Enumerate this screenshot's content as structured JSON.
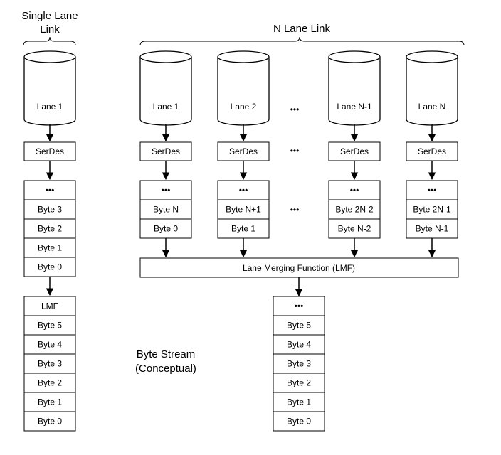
{
  "headers": {
    "single_lane_line1": "Single Lane",
    "single_lane_line2": "Link",
    "n_lane": "N Lane Link"
  },
  "single_lane": {
    "lane": "Lane 1",
    "serdes": "SerDes",
    "buffer": [
      "•••",
      "Byte 3",
      "Byte 2",
      "Byte 1",
      "Byte 0"
    ],
    "stream": [
      "LMF",
      "Byte 5",
      "Byte 4",
      "Byte 3",
      "Byte 2",
      "Byte 1",
      "Byte 0"
    ]
  },
  "lanes": [
    {
      "lane": "Lane 1",
      "serdes": "SerDes",
      "buffer": [
        "•••",
        "Byte N",
        "Byte 0"
      ]
    },
    {
      "lane": "Lane 2",
      "serdes": "SerDes",
      "buffer": [
        "•••",
        "Byte N+1",
        "Byte 1"
      ]
    },
    {
      "lane": "Lane N-1",
      "serdes": "SerDes",
      "buffer": [
        "•••",
        "Byte 2N-2",
        "Byte N-2"
      ]
    },
    {
      "lane": "Lane N",
      "serdes": "SerDes",
      "buffer": [
        "•••",
        "Byte 2N-1",
        "Byte N-1"
      ]
    }
  ],
  "ellipsis": "•••",
  "lmf_label": "Lane Merging Function (LMF)",
  "merged_stream": [
    "•••",
    "Byte 5",
    "Byte 4",
    "Byte 3",
    "Byte 2",
    "Byte 1",
    "Byte 0"
  ],
  "byte_stream_label": [
    "Byte Stream",
    "(Conceptual)"
  ]
}
